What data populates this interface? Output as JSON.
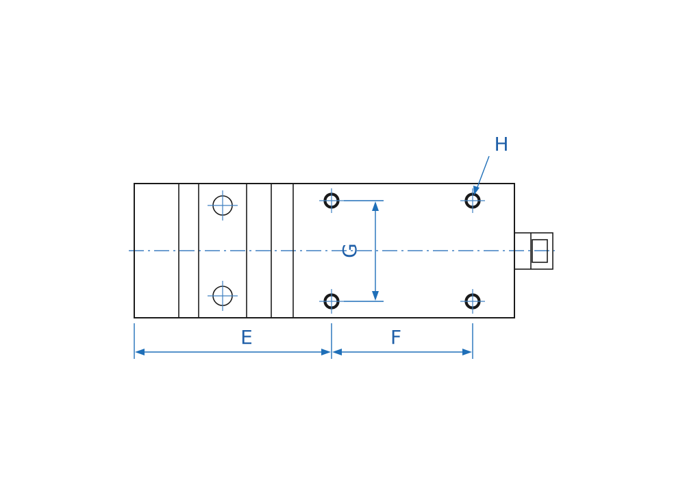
{
  "labels": {
    "E": "E",
    "F": "F",
    "G": "G",
    "H": "H"
  },
  "colors": {
    "outline": "#1a1a1a",
    "dimension": "#1f6fb8",
    "background": "#ffffff"
  }
}
